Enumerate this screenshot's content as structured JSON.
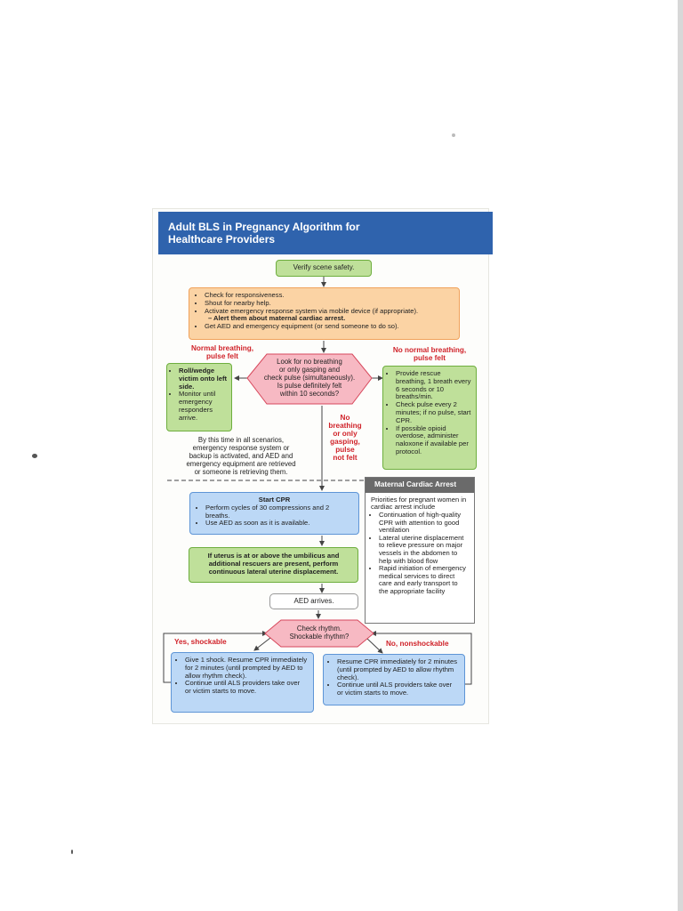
{
  "header": {
    "line1": "Adult BLS in Pregnancy Algorithm for",
    "line2": "Healthcare Providers"
  },
  "verify": "Verify scene safety.",
  "check_items": [
    "Check for responsiveness.",
    "Shout for nearby help.",
    "Activate emergency response system via mobile device (if appropriate).",
    "– Alert them about maternal cardiac arrest.",
    "Get AED and emergency equipment (or send someone to do so)."
  ],
  "normal_label": {
    "line1": "Normal breathing,",
    "line2": "pulse felt"
  },
  "no_normal_label": {
    "line1": "No normal breathing,",
    "line2": "pulse felt"
  },
  "look": {
    "line1": "Look for no breathing",
    "line2": "or only gasping and",
    "line3": "check pulse (simultaneously).",
    "line4": "Is pulse definitely felt",
    "line5": "within 10 seconds?"
  },
  "roll": {
    "bold": "Roll/wedge victim onto left side.",
    "item2": "Monitor until emergency responders arrive."
  },
  "rescue": [
    "Provide rescue breathing, 1 breath every 6 seconds or 10 breaths/min.",
    "Check pulse every 2 minutes; if no pulse, start CPR.",
    "If possible opioid overdose, administer naloxone if available per protocol."
  ],
  "no_breathing": {
    "line1": "No",
    "line2": "breathing",
    "line3": "or only",
    "line4": "gasping,",
    "line5": "pulse",
    "line6": "not felt"
  },
  "by_this_time": {
    "line1": "By this time in all scenarios,",
    "line2": "emergency response system or",
    "line3": "backup is activated, and AED and",
    "line4": "emergency equipment are retrieved",
    "line5": "or someone is retrieving them."
  },
  "start_cpr": {
    "title": "Start CPR",
    "items": [
      "Perform cycles of 30 compressions and 2 breaths.",
      "Use AED as soon as it is available."
    ]
  },
  "uterus": {
    "line1": "If uterus is at or above the umbilicus and",
    "line2": "additional rescuers are present, perform",
    "line3": "continuous lateral uterine displacement."
  },
  "aed": "AED arrives.",
  "check_rhythm": {
    "line1": "Check rhythm.",
    "line2": "Shockable rhythm?"
  },
  "yes_label": "Yes, shockable",
  "no_label": "No, nonshockable",
  "shock": [
    "Give 1 shock. Resume CPR immediately for 2 minutes (until prompted by AED to allow rhythm check).",
    "Continue until ALS providers take over or victim starts to move."
  ],
  "resume": [
    "Resume CPR immediately for 2 minutes (until prompted by AED to allow rhythm check).",
    "Continue until ALS providers take over or victim starts to move."
  ],
  "mca": {
    "title": "Maternal Cardiac Arrest",
    "intro": "Priorities for pregnant women in cardiac arrest include",
    "items": [
      "Continuation of high-quality CPR with attention to good ventilation",
      "Lateral uterine displacement to relieve pressure on major vessels in the abdomen to help with blood flow",
      "Rapid initiation of emergency medical services to direct care and early transport to the appropriate facility"
    ]
  },
  "colors": {
    "header": "#2f63ad",
    "green": "#bfe09a",
    "orange": "#fbd3a4",
    "blue": "#bcd8f6",
    "pink": "#f7b9c3",
    "red": "#d0232a"
  }
}
